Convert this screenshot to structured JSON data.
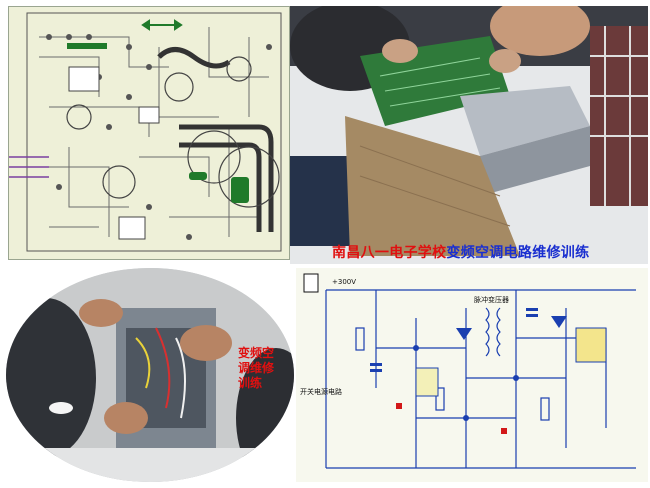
{
  "caption_top": {
    "part_red": "南昌八一电子学校",
    "part_blue": "变频空调电路维修训练"
  },
  "caption_side": "变频空调维修训练",
  "schematic": {
    "voltage_label": "+300V",
    "transformer_label": "脉冲变压器",
    "circuit_label": "开关电源电路"
  },
  "colors": {
    "caption_red": "#e01010",
    "caption_blue": "#1a2fd0",
    "pcb_green": "#1f7a2a",
    "schematic_line": "#1a3fb0"
  }
}
